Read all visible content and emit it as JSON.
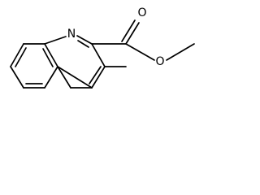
{
  "molecule": {
    "atom_labels": {
      "ring_nitrogen": "N",
      "carbonyl_oxygen": "O",
      "ester_oxygen": "O"
    },
    "colors": {
      "bond": "#000000",
      "label": "#000000",
      "background": "#ffffff"
    }
  }
}
